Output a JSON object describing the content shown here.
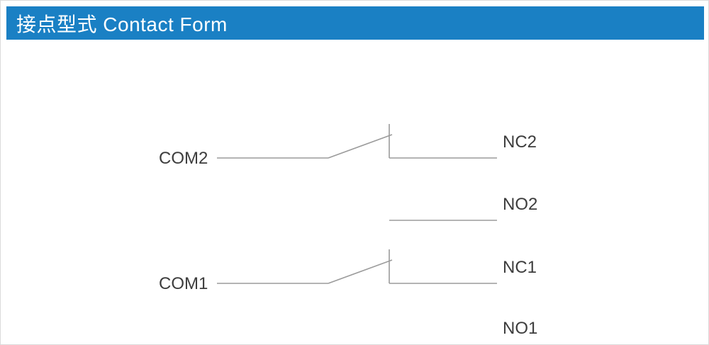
{
  "header": {
    "title": "接点型式 Contact Form"
  },
  "diagram": {
    "poles": [
      {
        "com": "COM2",
        "nc": "NC2",
        "no": "NO2"
      },
      {
        "com": "COM1",
        "nc": "NC1",
        "no": "NO1"
      }
    ]
  },
  "colors": {
    "header_bg": "#1a80c4",
    "header_text": "#ffffff",
    "line": "#9b9b9b",
    "label": "#3d3d3d"
  }
}
